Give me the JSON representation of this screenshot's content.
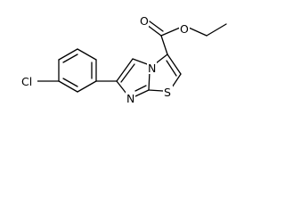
{
  "molecule": {
    "atoms": {
      "chlorine": "Cl",
      "ring_nitrogen_bridge": "N",
      "ring_nitrogen_lower": "N",
      "sulfur": "S",
      "carbonyl_oxygen": "O",
      "ester_oxygen": "O"
    }
  }
}
